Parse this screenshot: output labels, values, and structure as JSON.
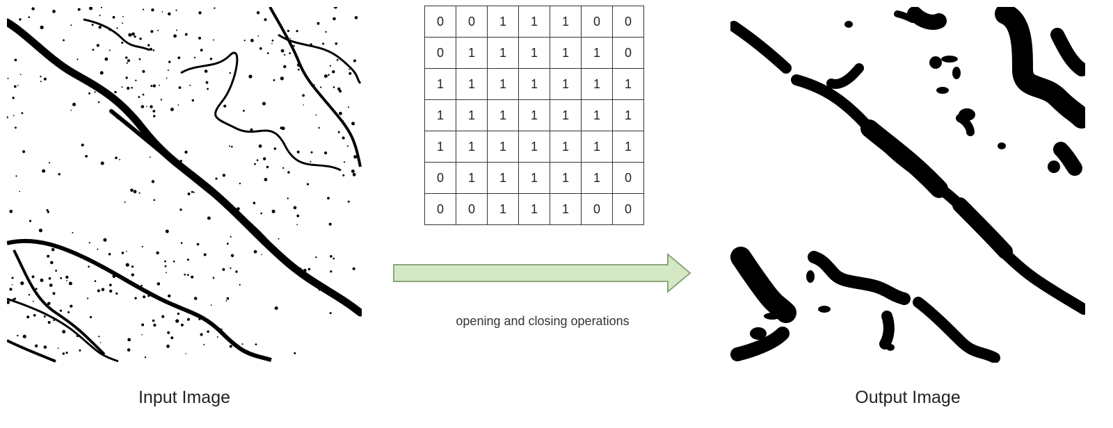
{
  "input": {
    "caption": "Input Image"
  },
  "output": {
    "caption": "Output Image"
  },
  "kernel": {
    "rows": [
      [
        0,
        0,
        1,
        1,
        1,
        0,
        0
      ],
      [
        0,
        1,
        1,
        1,
        1,
        1,
        0
      ],
      [
        1,
        1,
        1,
        1,
        1,
        1,
        1
      ],
      [
        1,
        1,
        1,
        1,
        1,
        1,
        1
      ],
      [
        1,
        1,
        1,
        1,
        1,
        1,
        1
      ],
      [
        0,
        1,
        1,
        1,
        1,
        1,
        0
      ],
      [
        0,
        0,
        1,
        1,
        1,
        0,
        0
      ]
    ]
  },
  "operation": {
    "label": "opening and closing operations"
  },
  "colors": {
    "arrow_fill": "#d5e8c6",
    "arrow_stroke": "#8aa67a",
    "ink": "#000000"
  }
}
